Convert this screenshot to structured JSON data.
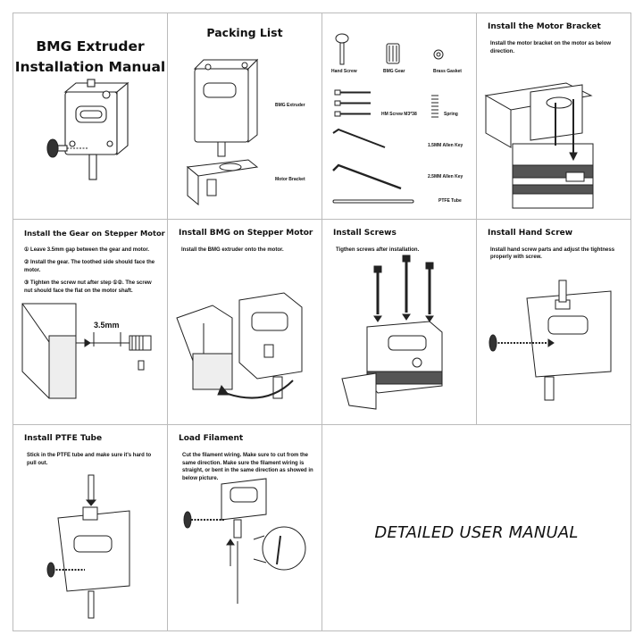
{
  "manual": {
    "title_line1": "BMG Extruder",
    "title_line2": "Installation Manual",
    "detailed": "DETAILED USER MANUAL"
  },
  "packing": {
    "title": "Packing List",
    "bmg_extruder": "BMG Extruder",
    "motor_bracket": "Motor Bracket"
  },
  "parts": {
    "hand_screw": "Hand Screw",
    "bmg_gear": "BMG Gear",
    "brass_gasket": "Brass Gasket",
    "hm_screw": "HM Screw M3*38",
    "spring": "Spring",
    "allen_15": "1.5MM Allen Key",
    "allen_25": "2.5MM Allen Key",
    "ptfe_tube": "PTFE Tube"
  },
  "steps": {
    "motor_bracket": {
      "title": "Install the Motor Bracket",
      "desc": "Install the motor bracket on the motor as below direction."
    },
    "gear": {
      "title": "Install the Gear on Stepper Motor",
      "step1": "① Leave 3.5mm gap between the gear and motor.",
      "step2": "② Install the gear. The toothed side should face the motor.",
      "step3": "③ Tighten the screw nut after step ①②. The screw nut should face the flat on the motor shaft.",
      "gap_label": "3.5mm"
    },
    "bmg_on_motor": {
      "title": "Install BMG on Stepper Motor",
      "desc": "Install the BMG extruder onto the motor."
    },
    "screws": {
      "title": "Install Screws",
      "desc": "Tigthen screws after installation."
    },
    "hand_screw": {
      "title": "Install Hand Screw",
      "desc": "Install hand screw parts and adjust the tightness properly with screw."
    },
    "ptfe": {
      "title": "Install PTFE Tube",
      "desc": "Stick in the PTFE tube and make sure it's hard to pull out."
    },
    "filament": {
      "title": "Load Filament",
      "desc": "Cut the filament wiring. Make sure to cut from the same direction. Make sure the filament wiring is straight, or bent in the same direction as showed in below picture."
    }
  }
}
